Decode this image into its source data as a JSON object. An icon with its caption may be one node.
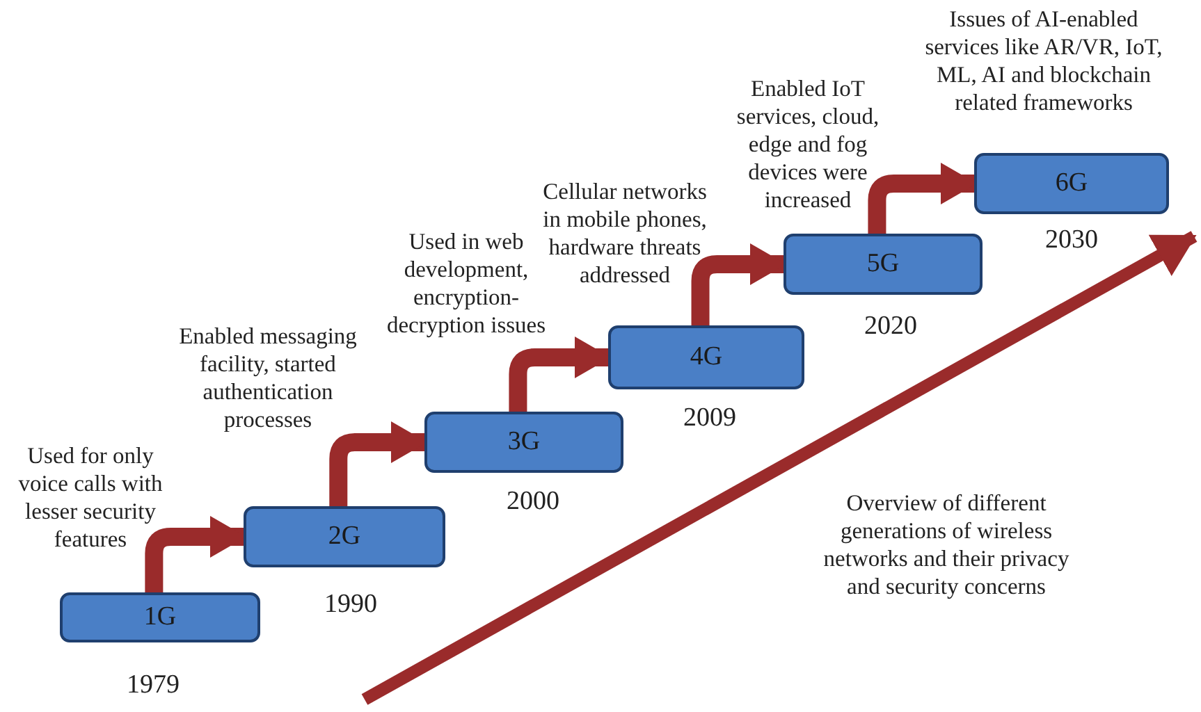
{
  "diagram": {
    "nodes": [
      {
        "text": [
          "1G"
        ],
        "beside": [
          "Used for only voice calls with lesser security features",
          "1979"
        ]
      },
      {
        "text": [
          "2G"
        ],
        "beside": [
          "Enabled messaging facility, started authentication processes",
          "1990"
        ]
      },
      {
        "text": [
          "3G"
        ],
        "beside": [
          "Used in web development, encryption-decryption issues",
          "2000"
        ]
      },
      {
        "text": [
          "4G"
        ],
        "beside": [
          "Cellular networks in mobile phones, hardware threats addressed",
          "2009"
        ]
      },
      {
        "text": [
          "5G"
        ],
        "beside": [
          "Enabled IoT services, cloud, edge and fog devices were increased",
          "2020"
        ]
      },
      {
        "text": [
          "6G"
        ],
        "beside": [
          "Issues of AI-enabled services like AR/VR, IoT, ML, AI and blockchain related frameworks",
          "2030"
        ]
      }
    ],
    "edges": [
      {
        "from": 0,
        "to": 1,
        "arrow": "to"
      },
      {
        "from": 1,
        "to": 2,
        "arrow": "to"
      },
      {
        "from": 2,
        "to": 3,
        "arrow": "to"
      },
      {
        "from": 3,
        "to": 4,
        "arrow": "to"
      },
      {
        "from": 4,
        "to": 5,
        "arrow": "to"
      }
    ],
    "labels": [
      "Overview of different generations of wireless networks and their privacy and security concerns"
    ]
  }
}
